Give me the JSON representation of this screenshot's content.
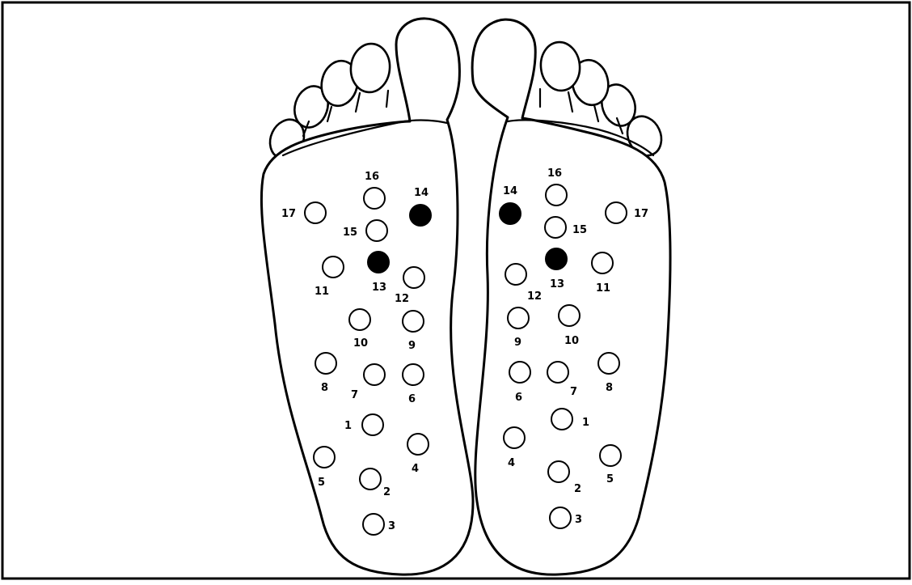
{
  "colors": {
    "background": "#ffffff",
    "ink": "#000000",
    "highlight": "#000000"
  },
  "left_foot": {
    "points": [
      {
        "label": "1",
        "filled": false
      },
      {
        "label": "2",
        "filled": false
      },
      {
        "label": "3",
        "filled": false
      },
      {
        "label": "4",
        "filled": false
      },
      {
        "label": "5",
        "filled": false
      },
      {
        "label": "6",
        "filled": false
      },
      {
        "label": "7",
        "filled": false
      },
      {
        "label": "8",
        "filled": false
      },
      {
        "label": "9",
        "filled": false
      },
      {
        "label": "10",
        "filled": false
      },
      {
        "label": "11",
        "filled": false
      },
      {
        "label": "12",
        "filled": false
      },
      {
        "label": "13",
        "filled": true
      },
      {
        "label": "14",
        "filled": true
      },
      {
        "label": "15",
        "filled": false
      },
      {
        "label": "16",
        "filled": false
      },
      {
        "label": "17",
        "filled": false
      }
    ]
  },
  "right_foot": {
    "points": [
      {
        "label": "1",
        "filled": false
      },
      {
        "label": "2",
        "filled": false
      },
      {
        "label": "3",
        "filled": false
      },
      {
        "label": "4",
        "filled": false
      },
      {
        "label": "5",
        "filled": false
      },
      {
        "label": "6",
        "filled": false
      },
      {
        "label": "7",
        "filled": false
      },
      {
        "label": "8",
        "filled": false
      },
      {
        "label": "9",
        "filled": false
      },
      {
        "label": "10",
        "filled": false
      },
      {
        "label": "11",
        "filled": false
      },
      {
        "label": "12",
        "filled": false
      },
      {
        "label": "13",
        "filled": true
      },
      {
        "label": "14",
        "filled": true
      },
      {
        "label": "15",
        "filled": false
      },
      {
        "label": "16",
        "filled": false
      },
      {
        "label": "17",
        "filled": false
      }
    ]
  }
}
